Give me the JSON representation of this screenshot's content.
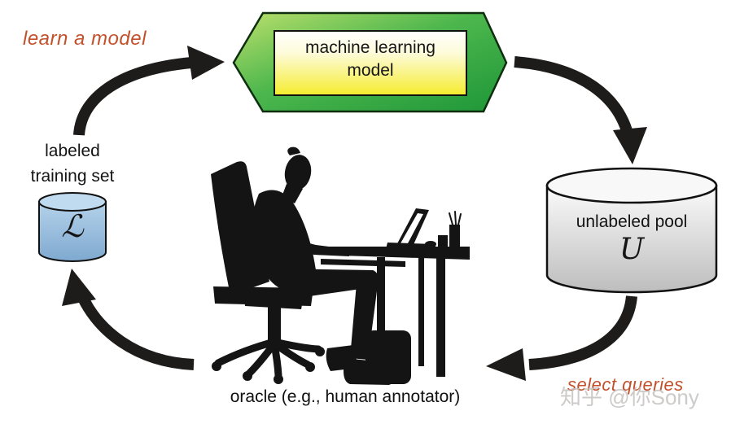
{
  "diagram": {
    "labels": {
      "learn_a_model": "learn a model",
      "model_box": "machine learning\nmodel",
      "labeled_set": "labeled\ntraining set",
      "labeled_symbol": "ℒ",
      "unlabeled_pool": "unlabeled pool",
      "unlabeled_symbol": "U",
      "oracle": "oracle (e.g., human annotator)",
      "select_queries": "select queries"
    },
    "watermark": "知乎 @你Sony",
    "colors": {
      "accent_orange": "#c2512b",
      "hexagon_green_light": "#b4dc64",
      "hexagon_green_dark": "#1e9638",
      "model_box_yellow": "#f5ec2d",
      "labeled_cylinder_blue_top": "#c0daf0",
      "labeled_cylinder_blue": "#85add2",
      "unlabeled_cylinder_gray": "#bdbdbd",
      "arrow_black": "#1e1c1a",
      "watermark_gray": "#c5c2c0"
    },
    "icons": [
      "hexagon-node-icon",
      "labeled-database-cylinder-icon",
      "unlabeled-database-cylinder-icon",
      "person-at-desk-silhouette-icon",
      "cycle-arrow-icon"
    ]
  }
}
